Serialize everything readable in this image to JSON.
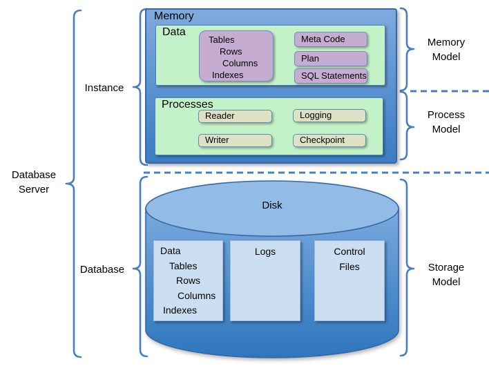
{
  "colors": {
    "accent_blue": "#4A7EBB",
    "box_border_blue": "#36699F",
    "memory_gradient_top": "#7FAADE",
    "memory_gradient_bottom": "#3B7CC4",
    "section_green": "#C4F2C8",
    "memory_item_purple": "#C6ACD1",
    "process_item_olive": "#DFE1C4",
    "disk_top_ellipse": "#92BBE6",
    "disk_body_bottom": "#2F76BE",
    "storage_file_box": "#CBDEF2"
  },
  "left": {
    "database_server": {
      "line1": "Database",
      "line2": "Server"
    },
    "instance": "Instance",
    "database": "Database"
  },
  "right": {
    "memory_model": {
      "line1": "Memory",
      "line2": "Model"
    },
    "process_model": {
      "line1": "Process",
      "line2": "Model"
    },
    "storage_model": {
      "line1": "Storage",
      "line2": "Model"
    }
  },
  "memory": {
    "title": "Memory",
    "data_section": {
      "title": "Data",
      "stack": {
        "lines": [
          "Tables",
          "Rows",
          "Columns",
          "Indexes"
        ]
      },
      "items": [
        "Meta Code",
        "Plan",
        "SQL Statements"
      ]
    },
    "process_section": {
      "title": "Processes",
      "items": [
        "Reader",
        "Writer",
        "Logging",
        "Checkpoint"
      ]
    }
  },
  "storage": {
    "disk_title": "Disk",
    "data_box": {
      "lines": [
        "Data",
        "Tables",
        "Rows",
        "Columns",
        "Indexes"
      ]
    },
    "logs_label": "Logs",
    "control_box": {
      "line1": "Control",
      "line2": "Files"
    }
  }
}
